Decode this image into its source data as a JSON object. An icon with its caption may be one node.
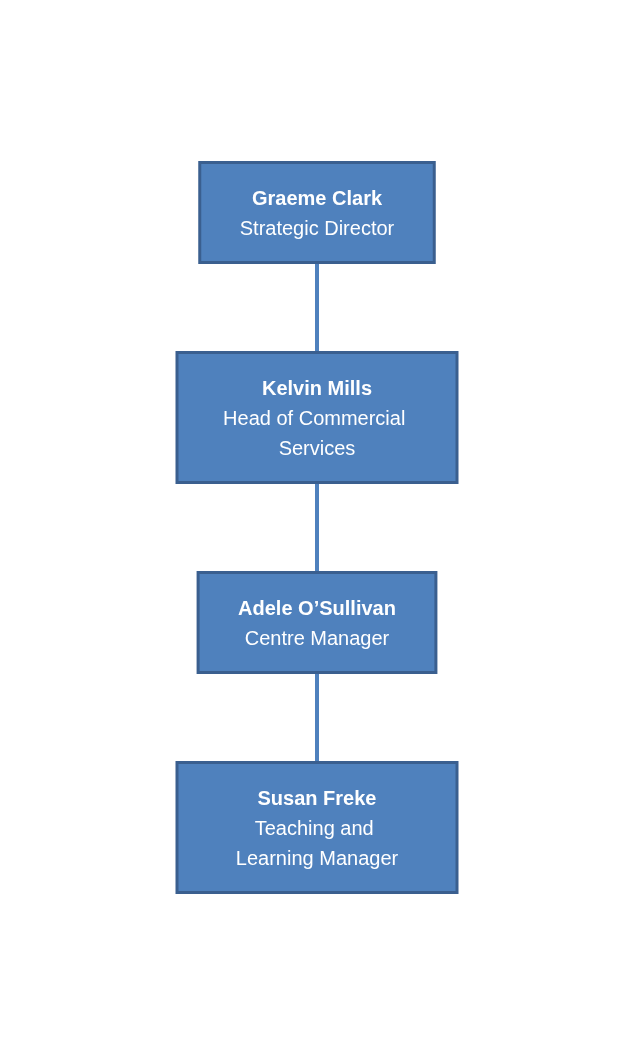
{
  "diagram": {
    "nodes": [
      {
        "text": [
          "Graeme Clark",
          "Strategic Director"
        ]
      },
      {
        "text": [
          "Kelvin Mills",
          "Head of Commercial Services"
        ]
      },
      {
        "text": [
          "Adele O’Sullivan",
          "Centre Manager"
        ]
      },
      {
        "text": [
          "Susan Freke",
          "Teaching and Learning Manager"
        ]
      }
    ],
    "edges": [
      {
        "from": 0,
        "to": 1,
        "arrow": "none"
      },
      {
        "from": 1,
        "to": 2,
        "arrow": "none"
      },
      {
        "from": 2,
        "to": 3,
        "arrow": "none"
      }
    ]
  }
}
